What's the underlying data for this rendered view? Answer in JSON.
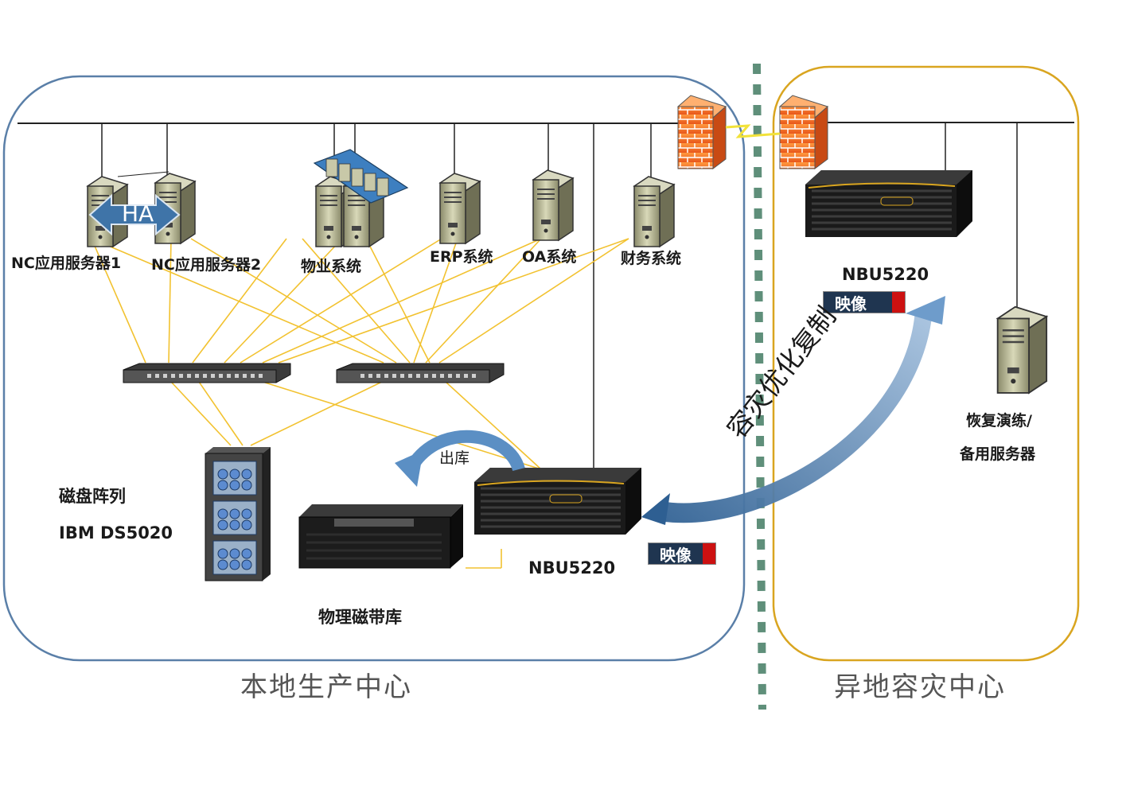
{
  "zones": {
    "local": "本地生产中心",
    "remote": "异地容灾中心"
  },
  "servers": {
    "nc1": "NC应用服务器1",
    "nc2": "NC应用服务器2",
    "property": "物业系统",
    "erp": "ERP系统",
    "oa": "OA系统",
    "finance": "财务系统"
  },
  "ha_label": "HA",
  "storage": {
    "disk_line1": "磁盘阵列",
    "disk_line2": "IBM DS5020",
    "tape": "物理磁带库"
  },
  "nbu_local": {
    "name": "NBU5220",
    "tag": "映像"
  },
  "nbu_remote": {
    "name": "NBU5220",
    "tag": "映像"
  },
  "export_label": "出库",
  "replication_label": "容灾优化复制",
  "recovery_server": {
    "line1": "恢复演练/",
    "line2": "备用服务器"
  },
  "colors": {
    "link": "#f2c230",
    "local_border": "#5a7fa8",
    "remote_border": "#d9a520",
    "arrow": "#4a7cae",
    "divider": "#5f8f7a"
  }
}
